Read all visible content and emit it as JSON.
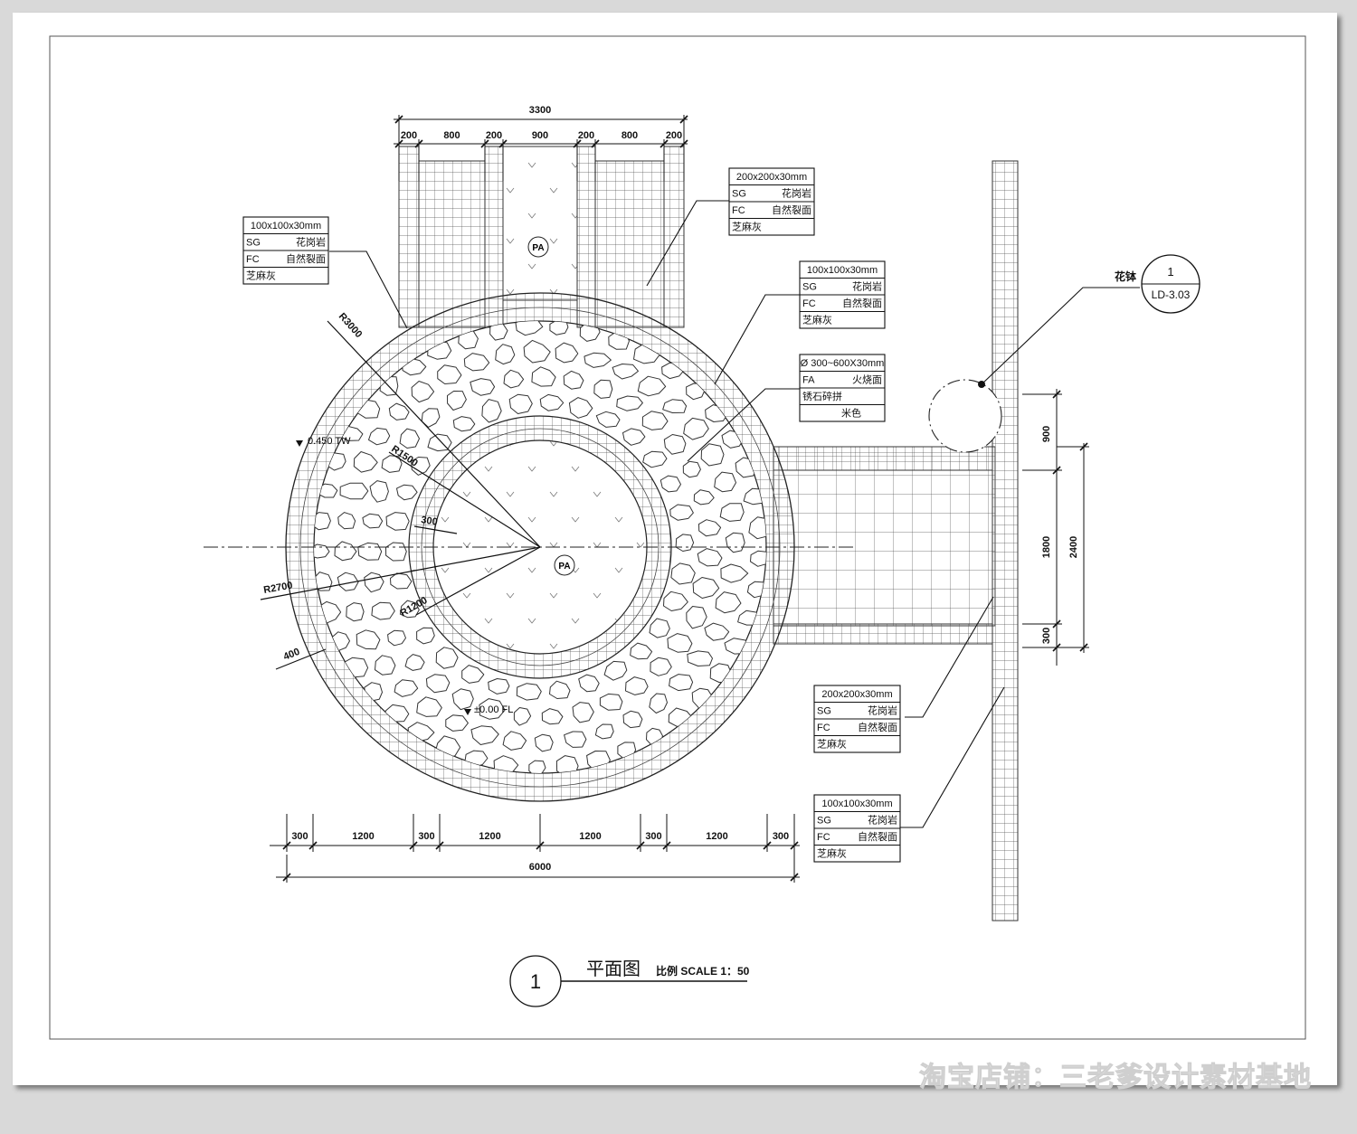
{
  "top_dims": {
    "total": "3300",
    "segments": [
      "200",
      "800",
      "200",
      "900",
      "200",
      "800",
      "200"
    ]
  },
  "bottom_dims": {
    "total": "6000",
    "segments": [
      "300",
      "1200",
      "300",
      "1200",
      "1200",
      "300",
      "1200",
      "300"
    ]
  },
  "right_dims": {
    "small": [
      "900",
      "1800",
      "300"
    ],
    "total": "2400"
  },
  "radii": {
    "r3000": "R3000",
    "r1500": "R1500",
    "r2700": "R2700",
    "r1200": "R1200",
    "d300": "300",
    "d400": "400"
  },
  "levels": {
    "tw": "0.450 TW",
    "fl": "±0.00 FL"
  },
  "pa_tag": "PA",
  "callouts": [
    {
      "size": "200x200x30mm",
      "rows": [
        [
          "SG",
          "花岗岩"
        ],
        [
          "FC",
          "自然裂面"
        ],
        [
          "芝麻灰",
          ""
        ]
      ]
    },
    {
      "size": "100x100x30mm",
      "rows": [
        [
          "SG",
          "花岗岩"
        ],
        [
          "FC",
          "自然裂面"
        ],
        [
          "芝麻灰",
          ""
        ]
      ]
    },
    {
      "size": "100x100x30mm",
      "rows": [
        [
          "SG",
          "花岗岩"
        ],
        [
          "FC",
          "自然裂面"
        ],
        [
          "芝麻灰",
          ""
        ]
      ]
    },
    {
      "size": "Ø 300~600X30mm",
      "rows": [
        [
          "FA",
          "火烧面"
        ],
        [
          "锈石碎拼",
          ""
        ],
        [
          "",
          "米色"
        ]
      ]
    },
    {
      "size": "200x200x30mm",
      "rows": [
        [
          "SG",
          "花岗岩"
        ],
        [
          "FC",
          "自然裂面"
        ],
        [
          "芝麻灰",
          ""
        ]
      ]
    },
    {
      "size": "100x100x30mm",
      "rows": [
        [
          "SG",
          "花岗岩"
        ],
        [
          "FC",
          "自然裂面"
        ],
        [
          "芝麻灰",
          ""
        ]
      ]
    }
  ],
  "detail_ref": {
    "label": "花钵",
    "number": "1",
    "sheet": "LD-3.03"
  },
  "title": {
    "number": "1",
    "name": "平面图",
    "scale": "比例 SCALE 1：50"
  },
  "watermark": "淘宝店铺：三老爹设计素材基地"
}
